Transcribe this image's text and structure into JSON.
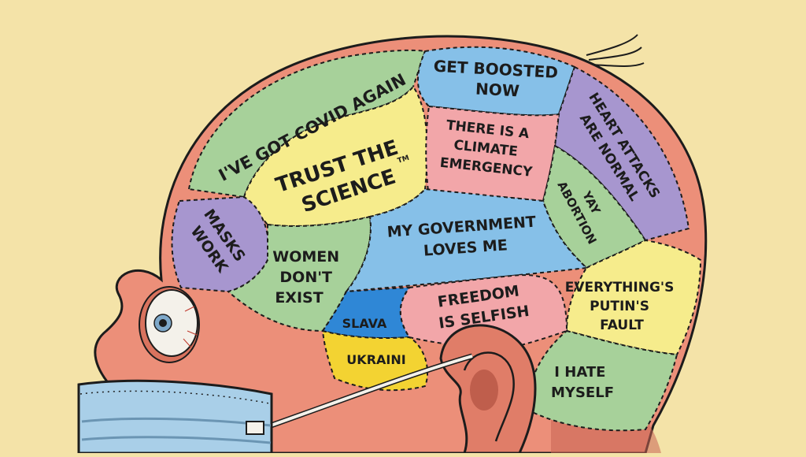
{
  "colors": {
    "background": "#f4e3a8",
    "skin": "#ec8f79",
    "skin_shadow": "#d9735e",
    "green": "#a7d19a",
    "blue": "#86c0e8",
    "purple": "#a796cf",
    "pink": "#f2a6a9",
    "yellow": "#f6ec8c",
    "ukraine_blue": "#2f87d6",
    "ukraine_yellow": "#f3d332",
    "mask": "#a9cfe8",
    "outline": "#1c1c1c"
  },
  "regions": {
    "covid": "I'VE GOT COVID AGAIN",
    "boosted": [
      "GET BOOSTED",
      "NOW"
    ],
    "heart": [
      "HEART ATTACKS",
      "ARE NORMAL"
    ],
    "science": [
      "TRUST THE",
      "SCIENCE"
    ],
    "science_tm": "TM",
    "climate": [
      "THERE IS A",
      "CLIMATE",
      "EMERGENCY"
    ],
    "abortion": [
      "YAY",
      "ABORTION"
    ],
    "masks": [
      "MASKS",
      "WORK"
    ],
    "women": [
      "WOMEN",
      "DON'T",
      "EXIST"
    ],
    "government": [
      "MY GOVERNMENT",
      "LOVES ME"
    ],
    "freedom": [
      "FREEDOM",
      "IS SELFISH"
    ],
    "putin": [
      "EVERYTHING'S",
      "PUTIN'S",
      "FAULT"
    ],
    "slava": "SLAVA",
    "ukraini": "UKRAINI",
    "hate": [
      "I HATE",
      "MYSELF"
    ]
  }
}
